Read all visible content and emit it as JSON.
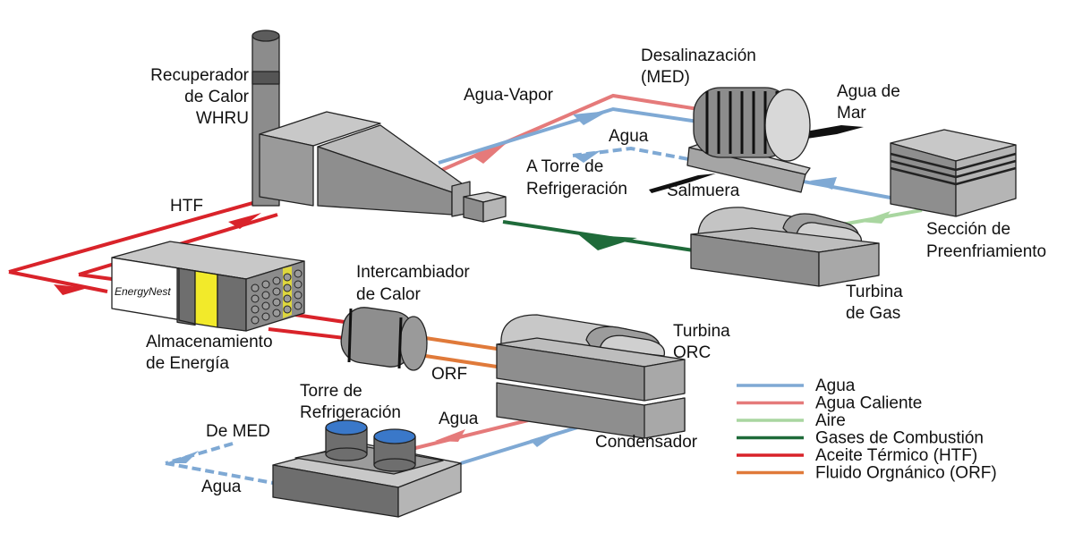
{
  "title": "Esquema del sistema de recuperación de calor con desalinización, turbina de gas, ciclo ORC y almacenamiento de energía",
  "colors": {
    "agua": "#7fa9d4",
    "agua_caliente": "#e57a7a",
    "aire": "#a9d6a0",
    "gases_combustion": "#1f6b3a",
    "aceite_termico": "#d9232a",
    "fluido_organico": "#e07a3a",
    "equipment_light": "#c8c8c8",
    "equipment_mid": "#a5a5a5",
    "equipment_dark": "#6e6e6e",
    "storage_yellow": "#f2ea2a",
    "tower_water": "#3a78c9"
  },
  "components": {
    "whru": "Recuperador de Calor WHRU",
    "whru_lines": [
      "Recuperador",
      "de Calor",
      "WHRU"
    ],
    "med": [
      "Desalinazación",
      "(MED)"
    ],
    "sea_water": [
      "Agua de",
      "Mar"
    ],
    "pre_cooling": [
      "Sección de",
      "Preenfriamiento"
    ],
    "gas_turbine": [
      "Turbina",
      "de Gas"
    ],
    "storage_brand": "EnergyNest",
    "storage": [
      "Almacenamiento",
      "de Energía"
    ],
    "heat_exchanger": [
      "Intercambiador",
      "de Calor"
    ],
    "orc_turbine": [
      "Turbina",
      "ORC"
    ],
    "condenser": "Condensador",
    "cooling_tower": [
      "Torre de",
      "Refrigeración"
    ]
  },
  "stream_labels": {
    "water_steam": "Agua-Vapor",
    "water_top": "Agua",
    "to_cooling_tower": [
      "A Torre de",
      "Refrigeración"
    ],
    "brine": "Salmuera",
    "htf": "HTF",
    "orf": "ORF",
    "water_condenser": "Agua",
    "from_med": "De MED",
    "water_bottom": "Agua"
  },
  "legend": [
    {
      "label": "Agua",
      "color_key": "agua"
    },
    {
      "label": "Agua Caliente",
      "color_key": "agua_caliente"
    },
    {
      "label": "Aire",
      "color_key": "aire"
    },
    {
      "label": "Gases de Combustión",
      "color_key": "gases_combustion"
    },
    {
      "label": "Aceite Térmico (HTF)",
      "color_key": "aceite_termico"
    },
    {
      "label": "Fluido Orgnánico (ORF)",
      "color_key": "fluido_organico"
    }
  ]
}
